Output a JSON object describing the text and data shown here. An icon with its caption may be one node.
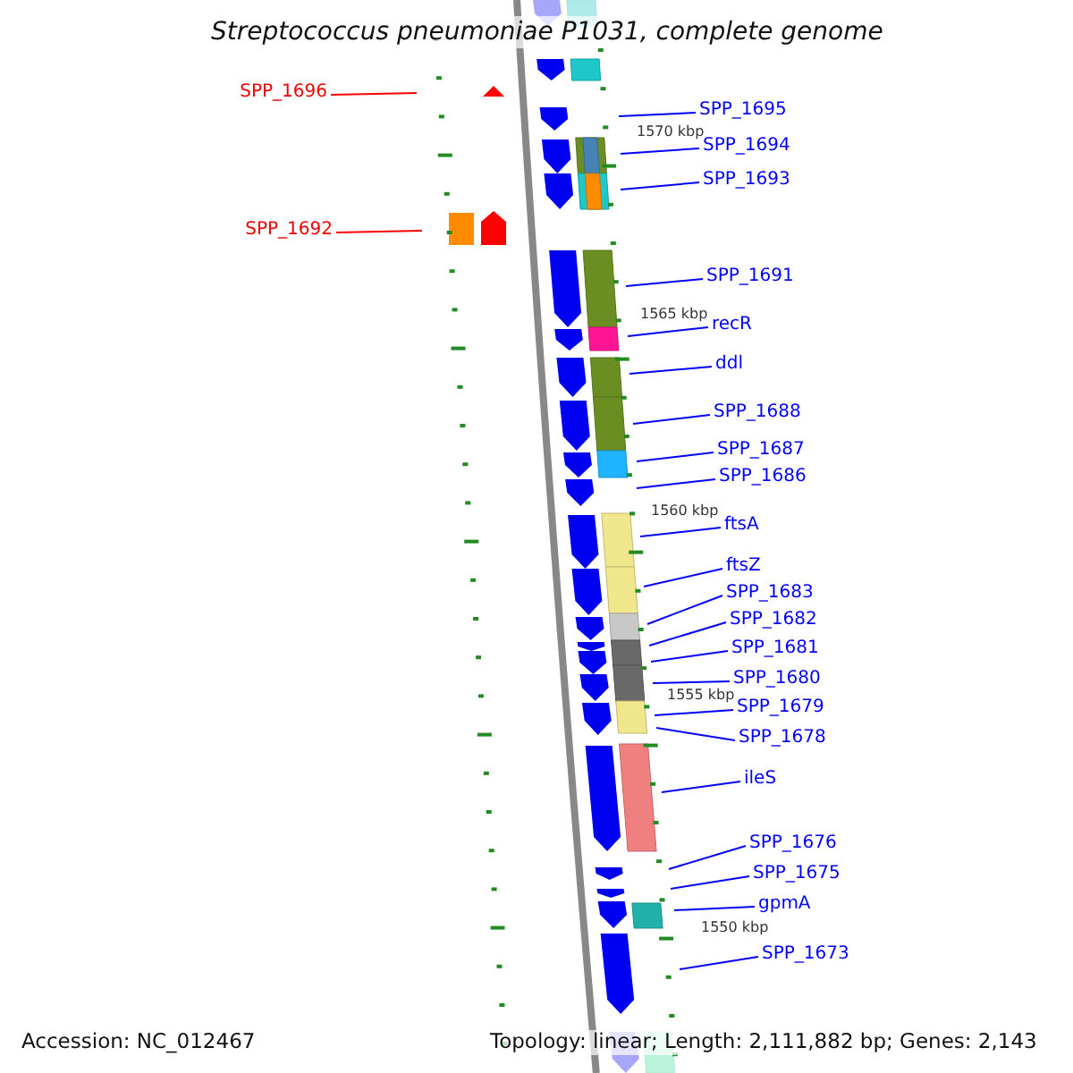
{
  "diagram": {
    "title": "Streptococcus pneumoniae P1031, complete genome",
    "nodes": [
      {
        "text": [
          "SPP_1696"
        ]
      },
      {
        "text": [
          "SPP_1692"
        ]
      },
      {
        "text": [
          "SPP_1695"
        ]
      },
      {
        "text": [
          "SPP_1694"
        ]
      },
      {
        "text": [
          "SPP_1693"
        ]
      },
      {
        "text": [
          "SPP_1691"
        ]
      },
      {
        "text": [
          "recR"
        ]
      },
      {
        "text": [
          "ddl"
        ]
      },
      {
        "text": [
          "SPP_1688"
        ]
      },
      {
        "text": [
          "SPP_1687"
        ]
      },
      {
        "text": [
          "SPP_1686"
        ]
      },
      {
        "text": [
          "ftsA"
        ]
      },
      {
        "text": [
          "ftsZ"
        ]
      },
      {
        "text": [
          "SPP_1683"
        ]
      },
      {
        "text": [
          "SPP_1682"
        ]
      },
      {
        "text": [
          "SPP_1681"
        ]
      },
      {
        "text": [
          "SPP_1680"
        ]
      },
      {
        "text": [
          "SPP_1679"
        ]
      },
      {
        "text": [
          "SPP_1678"
        ]
      },
      {
        "text": [
          "ileS"
        ]
      },
      {
        "text": [
          "SPP_1676"
        ]
      },
      {
        "text": [
          "SPP_1675"
        ]
      },
      {
        "text": [
          "gpmA"
        ]
      },
      {
        "text": [
          "SPP_1673"
        ]
      }
    ],
    "edges": [
      {
        "from": 0,
        "to": null,
        "arrow": "none",
        "color": "#ff0000"
      },
      {
        "from": 1,
        "to": null,
        "arrow": "none",
        "color": "#ff0000"
      },
      {
        "from": 2,
        "to": null,
        "arrow": "none"
      },
      {
        "from": 3,
        "to": null,
        "arrow": "none"
      },
      {
        "from": 4,
        "to": null,
        "arrow": "none"
      },
      {
        "from": 5,
        "to": null,
        "arrow": "none"
      },
      {
        "from": 6,
        "to": null,
        "arrow": "none"
      },
      {
        "from": 7,
        "to": null,
        "arrow": "none"
      },
      {
        "from": 8,
        "to": null,
        "arrow": "none"
      },
      {
        "from": 9,
        "to": null,
        "arrow": "none"
      },
      {
        "from": 10,
        "to": null,
        "arrow": "none"
      },
      {
        "from": 11,
        "to": null,
        "arrow": "none"
      },
      {
        "from": 12,
        "to": null,
        "arrow": "none"
      },
      {
        "from": 13,
        "to": null,
        "arrow": "none"
      },
      {
        "from": 14,
        "to": null,
        "arrow": "none"
      },
      {
        "from": 15,
        "to": null,
        "arrow": "none"
      },
      {
        "from": 16,
        "to": null,
        "arrow": "none"
      },
      {
        "from": 17,
        "to": null,
        "arrow": "none"
      },
      {
        "from": 18,
        "to": null,
        "arrow": "none"
      },
      {
        "from": 19,
        "to": null,
        "arrow": "none"
      },
      {
        "from": 20,
        "to": null,
        "arrow": "none"
      },
      {
        "from": 21,
        "to": null,
        "arrow": "none"
      },
      {
        "from": 22,
        "to": null,
        "arrow": "none"
      },
      {
        "from": 23,
        "to": null,
        "arrow": "none"
      }
    ],
    "labels": [
      "1570 kbp",
      "1565 kbp",
      "1560 kbp",
      "1555 kbp",
      "1550 kbp",
      "Accession: NC_012467",
      "Topology: linear; Length: 2,111,882 bp; Genes: 2,143"
    ]
  }
}
